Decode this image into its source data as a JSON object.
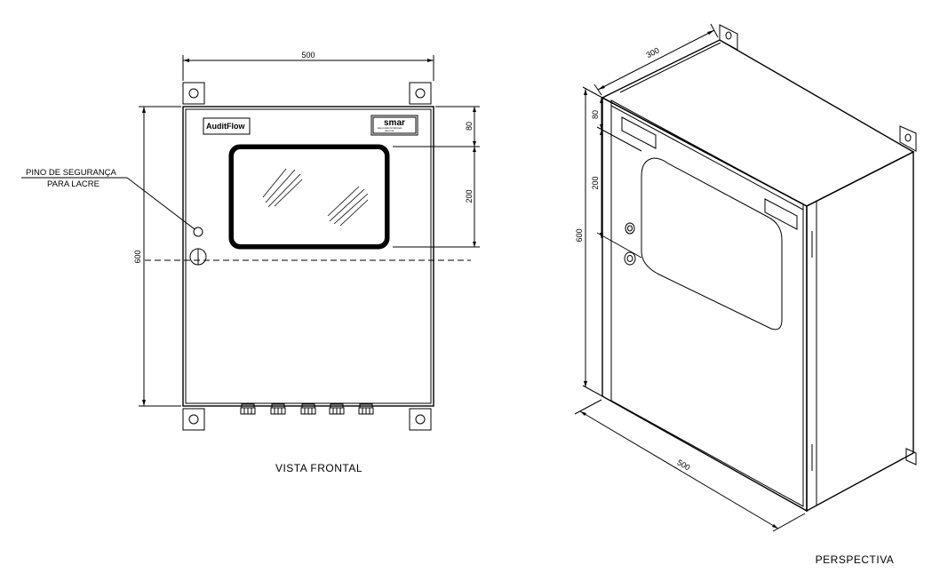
{
  "front_view": {
    "title": "VISTA FRONTAL",
    "dim_width": "500",
    "dim_height": "600",
    "dim_top": "80",
    "dim_window": "200",
    "nameplate_left": "AuditFlow",
    "nameplate_right": "smar",
    "nameplate_right_sub1": "Este produto foi fabricado",
    "nameplate_right_sub2": "pela smar",
    "note_line1": "PINO DE SEGURANÇA",
    "note_line2": "PARA LACRE"
  },
  "perspective_view": {
    "title": "PERSPECTIVA",
    "dim_width": "500",
    "dim_depth": "300",
    "dim_height": "600",
    "dim_top": "80",
    "dim_window": "200"
  },
  "colors": {
    "line": "#000000",
    "background": "#ffffff"
  }
}
